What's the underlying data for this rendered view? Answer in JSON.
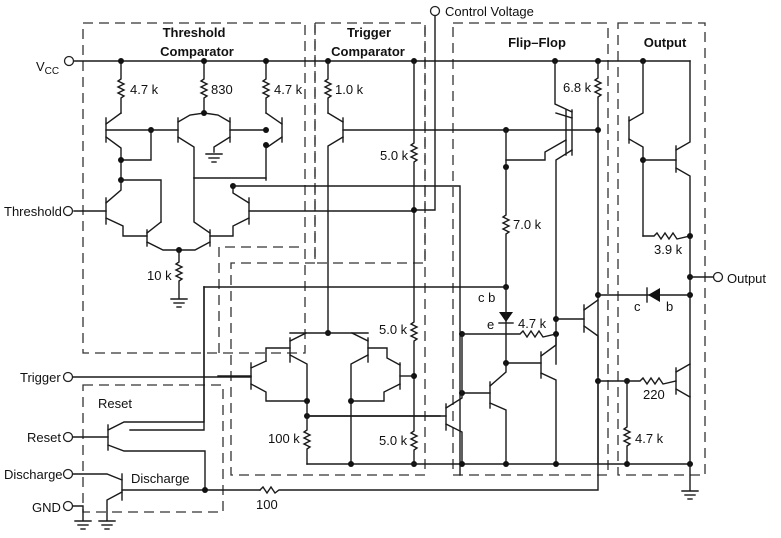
{
  "pins": {
    "vcc": "V",
    "vcc_sub": "CC",
    "control_voltage": "Control Voltage",
    "threshold": "Threshold",
    "trigger": "Trigger",
    "reset": "Reset",
    "discharge": "Discharge",
    "gnd": "GND",
    "output": "Output"
  },
  "blocks": {
    "threshold_comparator_line1": "Threshold",
    "threshold_comparator_line2": "Comparator",
    "trigger_comparator_line1": "Trigger",
    "trigger_comparator_line2": "Comparator",
    "flip_flop": "Flip–Flop",
    "output": "Output",
    "reset": "Reset",
    "discharge": "Discharge"
  },
  "resistors": {
    "r_th_left": "4.7 k",
    "r_th_mid": "830",
    "r_th_right": "4.7 k",
    "r_th_tail": "10 k",
    "r_tr_top": "1.0 k",
    "r_div_top": "5.0 k",
    "r_div_mid": "5.0 k",
    "r_div_bot": "5.0 k",
    "r_tr_100k": "100 k",
    "r_ff_68": "6.8 k",
    "r_ff_70": "7.0 k",
    "r_ff_47": "4.7 k",
    "r_out_39": "3.9 k",
    "r_out_220": "220",
    "r_out_47": "4.7 k",
    "r_dis_100": "100"
  },
  "diode_labels": {
    "ff_cb": "c b",
    "ff_e": "e",
    "out_c": "c",
    "out_b": "b"
  }
}
